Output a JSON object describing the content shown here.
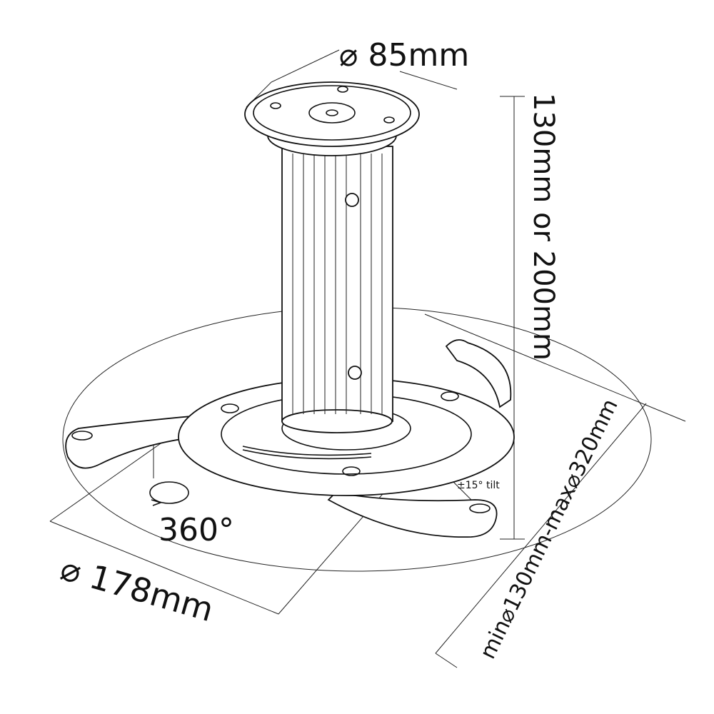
{
  "dimensions": {
    "top_plate_diameter": "⌀ 85mm",
    "height": "130mm or 200mm",
    "rotation": "360°",
    "base_diameter": "⌀ 178mm",
    "projector_mount_range": "min⌀130mm-max⌀320mm",
    "tilt": "±15° tilt"
  },
  "colors": {
    "line": "#111111",
    "background": "#ffffff"
  }
}
